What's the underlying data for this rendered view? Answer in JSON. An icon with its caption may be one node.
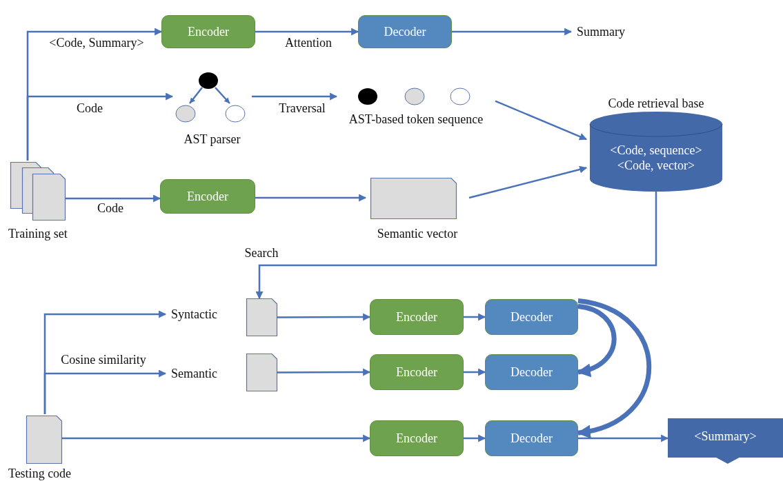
{
  "diagram": {
    "nodes": [
      {
        "text": [
          "Encoder"
        ]
      },
      {
        "text": [
          "Decoder"
        ]
      },
      {
        "text": [
          "Summary"
        ]
      },
      {
        "text": [
          "AST parser"
        ]
      },
      {
        "text": [
          "AST-based token sequence"
        ]
      },
      {
        "text": [
          "Code retrieval base",
          "<Code, sequence> <Code, vector>"
        ]
      },
      {
        "text": [
          "Training set"
        ]
      },
      {
        "text": [
          "Encoder"
        ]
      },
      {
        "text": [
          "Semantic vector"
        ]
      },
      {
        "text": [
          "Syntactic"
        ]
      },
      {
        "text": [
          "Semantic"
        ]
      },
      {
        "text": [],
        "shape": "document"
      },
      {
        "text": [],
        "shape": "document"
      },
      {
        "text": [
          "Encoder"
        ]
      },
      {
        "text": [
          "Decoder"
        ]
      },
      {
        "text": [
          "Encoder"
        ]
      },
      {
        "text": [
          "Decoder"
        ]
      },
      {
        "text": [
          "Testing code"
        ]
      },
      {
        "text": [
          "Encoder"
        ]
      },
      {
        "text": [
          "Decoder"
        ]
      },
      {
        "text": [
          "<Summary>"
        ]
      }
    ],
    "edges": [
      {
        "from": 6,
        "to": 0,
        "arrow": "to",
        "label": "<Code, Summary>"
      },
      {
        "from": 6,
        "to": 3,
        "arrow": "to",
        "label": "Code"
      },
      {
        "from": 6,
        "to": 7,
        "arrow": "to",
        "label": "Code"
      },
      {
        "from": 0,
        "to": 1,
        "arrow": "to",
        "label": "Attention"
      },
      {
        "from": 1,
        "to": 2,
        "arrow": "to"
      },
      {
        "from": 3,
        "to": 4,
        "arrow": "to",
        "label": "Traversal"
      },
      {
        "from": 4,
        "to": 5,
        "arrow": "to"
      },
      {
        "from": 8,
        "to": 5,
        "arrow": "to"
      },
      {
        "from": 7,
        "to": 8,
        "arrow": "to"
      },
      {
        "from": 5,
        "to": 11,
        "arrow": "to",
        "label": "Search"
      },
      {
        "from": 17,
        "to": 9,
        "arrow": "to"
      },
      {
        "from": 17,
        "to": 10,
        "arrow": "to",
        "label": "Cosine similarity"
      },
      {
        "from": 17,
        "to": 18,
        "arrow": "to"
      },
      {
        "from": 11,
        "to": 13,
        "arrow": "to"
      },
      {
        "from": 12,
        "to": 15,
        "arrow": "to"
      },
      {
        "from": 13,
        "to": 14,
        "arrow": "to"
      },
      {
        "from": 15,
        "to": 16,
        "arrow": "to"
      },
      {
        "from": 18,
        "to": 19,
        "arrow": "to"
      },
      {
        "from": 19,
        "to": 20,
        "arrow": "to"
      },
      {
        "from": 14,
        "to": 16,
        "arrow": "to",
        "style": "thick"
      },
      {
        "from": 14,
        "to": 19,
        "arrow": "to",
        "style": "thick"
      }
    ]
  }
}
